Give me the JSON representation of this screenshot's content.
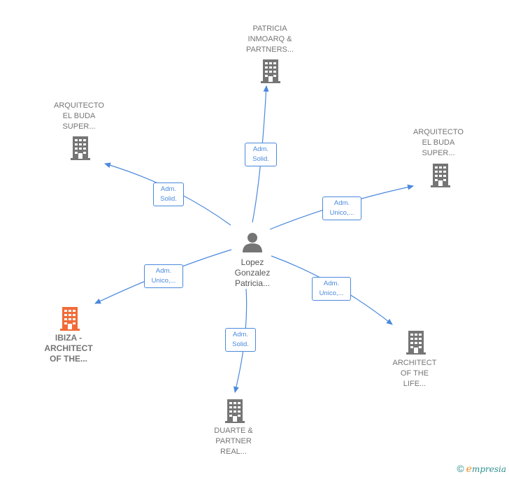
{
  "center": {
    "name": "Lopez\nGonzalez\nPatricia..."
  },
  "companies": [
    {
      "id": "patricia",
      "name": "PATRICIA\nINMOARQ &\nPARTNERS...",
      "role": "Adm.\nSolid.",
      "highlight": false
    },
    {
      "id": "arq1",
      "name": "ARQUITECTO\nEL BUDA\nSUPER...",
      "role": "Adm.\nSolid.",
      "highlight": false
    },
    {
      "id": "arq2",
      "name": "ARQUITECTO\nEL BUDA\nSUPER...",
      "role": "Adm.\nUnico,...",
      "highlight": false
    },
    {
      "id": "ibiza",
      "name": "IBIZA -\nARCHITECT\nOF THE...",
      "role": "Adm.\nUnico,...",
      "highlight": true
    },
    {
      "id": "architect",
      "name": "ARCHITECT\nOF THE\nLIFE...",
      "role": "Adm.\nUnico,...",
      "highlight": false
    },
    {
      "id": "duarte",
      "name": "DUARTE &\nPARTNER\nREAL...",
      "role": "Adm.\nSolid.",
      "highlight": false
    }
  ],
  "colors": {
    "edge": "#4a89dc",
    "building": "#757575",
    "building_highlight": "#f26b38",
    "person": "#757575"
  },
  "brand": {
    "copyright": "©",
    "e": "e",
    "rest": "mpresia"
  }
}
